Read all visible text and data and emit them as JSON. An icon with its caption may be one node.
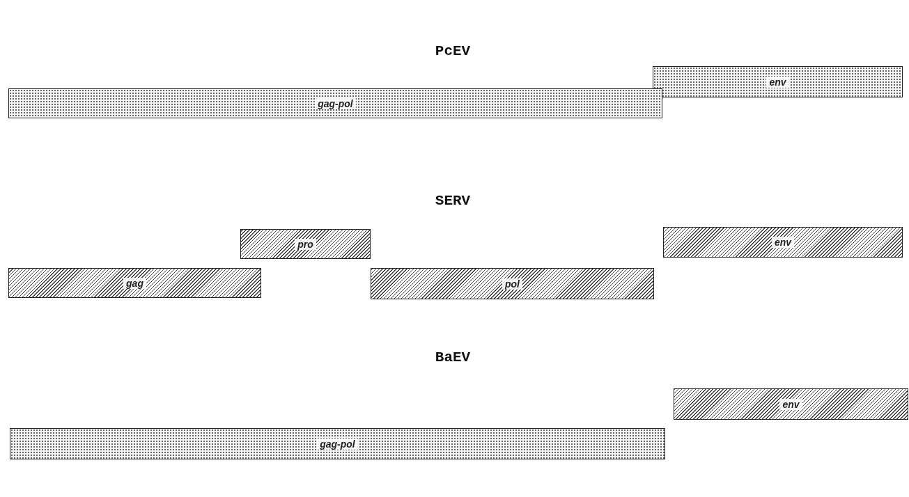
{
  "diagram": {
    "nodes": [
      {
        "text": [
          "env"
        ]
      },
      {
        "text": [
          "gag-pol"
        ]
      },
      {
        "text": [
          "pro"
        ]
      },
      {
        "text": [
          "env"
        ]
      },
      {
        "text": [
          "gag"
        ]
      },
      {
        "text": [
          "pol"
        ]
      },
      {
        "text": [
          "env"
        ]
      },
      {
        "text": [
          "gag-pol"
        ]
      }
    ],
    "labels": [
      "PcEV",
      "SERV",
      "BaEV"
    ]
  }
}
